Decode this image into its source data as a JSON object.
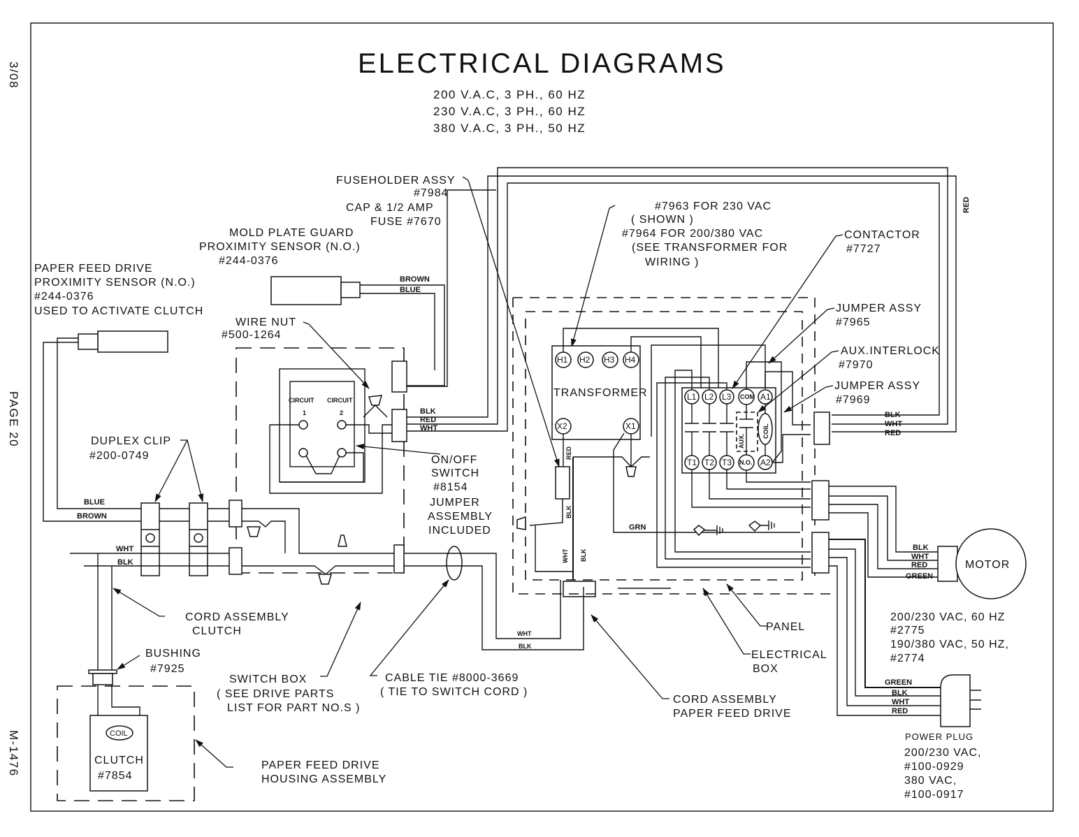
{
  "title": "ELECTRICAL DIAGRAMS",
  "ratings": [
    "200 V.A.C, 3 PH., 60 HZ",
    "230 V.A.C, 3 PH., 60 HZ",
    "380 V.A.C, 3 PH., 50 HZ"
  ],
  "margin": {
    "date": "3/08",
    "page": "PAGE 20",
    "doc_id": "M-1476"
  },
  "labels": {
    "fuseholder": [
      "FUSEHOLDER ASSY",
      "#7984",
      "CAP & 1/2 AMP",
      "FUSE #7670"
    ],
    "mold_sensor": [
      "MOLD PLATE GUARD",
      "PROXIMITY SENSOR (N.O.)",
      "#244-0376"
    ],
    "feed_sensor": [
      "PAPER FEED DRIVE",
      "PROXIMITY SENSOR (N.O.)",
      "#244-0376",
      "USED TO ACTIVATE CLUTCH"
    ],
    "transformer_note": [
      "#7963 FOR 230 VAC",
      "( SHOWN )",
      "#7964 FOR 200/380 VAC",
      "(SEE TRANSFORMER FOR",
      "WIRING )"
    ],
    "contactor": [
      "CONTACTOR",
      "#7727"
    ],
    "jumper_7965": [
      "JUMPER ASSY",
      "#7965"
    ],
    "aux_interlock": [
      "AUX.INTERLOCK",
      "#7970"
    ],
    "jumper_7969": [
      "JUMPER ASSY",
      "#7969"
    ],
    "wire_nut": [
      "WIRE NUT",
      "#500-1264"
    ],
    "onoff": [
      "ON/OFF",
      "SWITCH",
      "#8154",
      "JUMPER",
      "ASSEMBLY",
      "INCLUDED"
    ],
    "duplex": [
      "DUPLEX CLIP",
      "#200-0749"
    ],
    "cord_clutch": [
      "CORD ASSEMBLY",
      "CLUTCH"
    ],
    "bushing": [
      "BUSHING",
      "#7925"
    ],
    "switch_box": [
      "SWITCH BOX",
      "( SEE DRIVE PARTS",
      "LIST FOR PART NO.S )"
    ],
    "cable_tie": [
      "CABLE TIE #8000-3669",
      "( TIE TO SWITCH CORD )"
    ],
    "housing": [
      "PAPER FEED DRIVE",
      "HOUSING ASSEMBLY"
    ],
    "clutch": [
      "CLUTCH",
      "#7854"
    ],
    "coil": "COIL",
    "panel": "PANEL",
    "elec_box": [
      "ELECTRICAL",
      "BOX"
    ],
    "cord_feed": [
      "CORD ASSEMBLY",
      "PAPER FEED DRIVE"
    ],
    "motor": "MOTOR",
    "motor_spec": [
      "200/230 VAC, 60 HZ",
      "#2775",
      "190/380 VAC, 50 HZ,",
      "#2774"
    ],
    "power_plug": [
      "POWER PLUG",
      "200/230 VAC,",
      "#100-0929",
      "380 VAC,",
      "#100-0917"
    ],
    "transformer": "TRANSFORMER",
    "circuit1": [
      "CIRCUIT",
      "1"
    ],
    "circuit2": [
      "CIRCUIT",
      "2"
    ],
    "aux": "AUX.",
    "contactor_coil": "COIL"
  },
  "terminals": {
    "transformer_top": [
      "H1",
      "H2",
      "H3",
      "H4"
    ],
    "transformer_bottom": [
      "X2",
      "X1"
    ],
    "contactor_top": [
      "L1",
      "L2",
      "L3",
      "COM",
      "A1"
    ],
    "contactor_bottom": [
      "T1",
      "T2",
      "T3",
      "N.O.",
      "A2"
    ]
  },
  "wires": {
    "sensor": [
      "BROWN",
      "BLUE"
    ],
    "switch_out": [
      "BLK",
      "RED",
      "WHT"
    ],
    "feed_sensor": [
      "BLUE",
      "BROWN"
    ],
    "clutch_cord": [
      "WHT",
      "BLK"
    ],
    "fuse_top": "RED",
    "fuse_bottom": "BLK",
    "cord_vertical": [
      "WHT",
      "BLK"
    ],
    "cord_bottom": [
      "WHT",
      "BLK"
    ],
    "ground": "GRN",
    "right_top": [
      "BLK",
      "WHT",
      "RED"
    ],
    "red_vertical": "RED",
    "motor": [
      "BLK",
      "WHT",
      "RED",
      "GREEN"
    ],
    "plug": [
      "GREEN",
      "BLK",
      "WHT",
      "RED"
    ]
  }
}
